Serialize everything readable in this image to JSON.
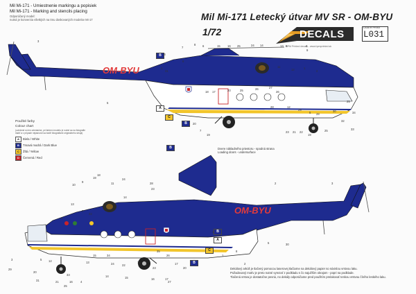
{
  "header": {
    "line1": "Mil Mi-171 - Umiestnenie markingu a  popisiek",
    "line2": "Mil Mi-171 - Marking and stencils placing",
    "note1": "Odporúčaný model:",
    "note2": "nutná je konverzia všetkých na tmu doskovaných modelov Mi-17"
  },
  "title": "Mil Mi-171 Letecký útvar MV SR   -  OM-BYU",
  "scale": "1/72",
  "logo": {
    "text": "DECALS"
  },
  "product": {
    "label": "LASER PRINT",
    "code": "L031"
  },
  "url": "HPM Printed decals - www.hpmprinted.sk",
  "registration": "OM-BYU",
  "legend": {
    "title_sk": "Použité farby",
    "title_en": "Colour chart",
    "note1": "(uvedené sú len orientačne, pri farbení modelu je nutné sa na fotografie",
    "note2": "riadiť a v prípade nejasností sa riadiť fotografiami originálneho stroja)",
    "colors": [
      {
        "code": "A",
        "name": "Biela / White",
        "hex": "#ffffff"
      },
      {
        "code": "B",
        "name": "Tmavá modrá / Dark Blue",
        "hex": "#1e2b8f"
      },
      {
        "code": "C",
        "name": "Žltá / Yellow",
        "hex": "#f2c52b"
      },
      {
        "code": "D",
        "name": "Červená / Red",
        "hex": "#c8232a"
      }
    ]
  },
  "colors": {
    "blue": "#1e2b8f",
    "white": "#ffffff",
    "yellow": "#f2c52b",
    "red": "#c8232a",
    "green": "#2e7d32"
  },
  "loading_text": {
    "line1": "Dvere nákladného priestoru - spodná strana",
    "line2": "Loading doors - undersurface"
  },
  "letters": {
    "a": "A",
    "b": "B",
    "c": "C",
    "d": "D"
  },
  "callouts": {
    "top": [
      "3",
      "8",
      "7",
      "6",
      "15",
      "16",
      "25",
      "24",
      "14",
      "13",
      "8",
      "4",
      "9",
      "31",
      "1",
      "B",
      "8",
      "10",
      "11",
      "12",
      "1",
      "2",
      "17",
      "18",
      "20",
      "25",
      "26",
      "27",
      "26",
      "28",
      "12",
      "29",
      "5",
      "28",
      "30",
      "25",
      "34",
      "32",
      "33",
      "23",
      "21",
      "22",
      "19",
      "25",
      "7",
      "19",
      "5",
      "20"
    ],
    "bottom": [
      "18",
      "19",
      "9",
      "10",
      "13",
      "11",
      "24",
      "28",
      "2",
      "3",
      "23",
      "14",
      "22",
      "7",
      "6",
      "5",
      "1",
      "35",
      "15",
      "34",
      "26",
      "12",
      "33",
      "20",
      "31",
      "14",
      "15",
      "16",
      "17",
      "27",
      "4",
      "16",
      "21",
      "29",
      "25",
      "30",
      "2",
      "8",
      "1",
      "3",
      "5",
      "13",
      "11",
      "17",
      "24",
      "22",
      "23",
      "20"
    ]
  },
  "footer": {
    "line1": "Dekálový arkúš je tlačený pomocou laserovej tlačiarne na dekálový papier so súvislou vrstvou laku.",
    "line2": "Požadovaný motív je preto nutné vyrezať z podkladu s čo najužším okrajom - popri na podklade.",
    "line3": "Tlačená vrstva je dostatočne pevná, no dekály odporúčame pred použitím prelakovať tenkou vrstvou čírého leského laku."
  }
}
